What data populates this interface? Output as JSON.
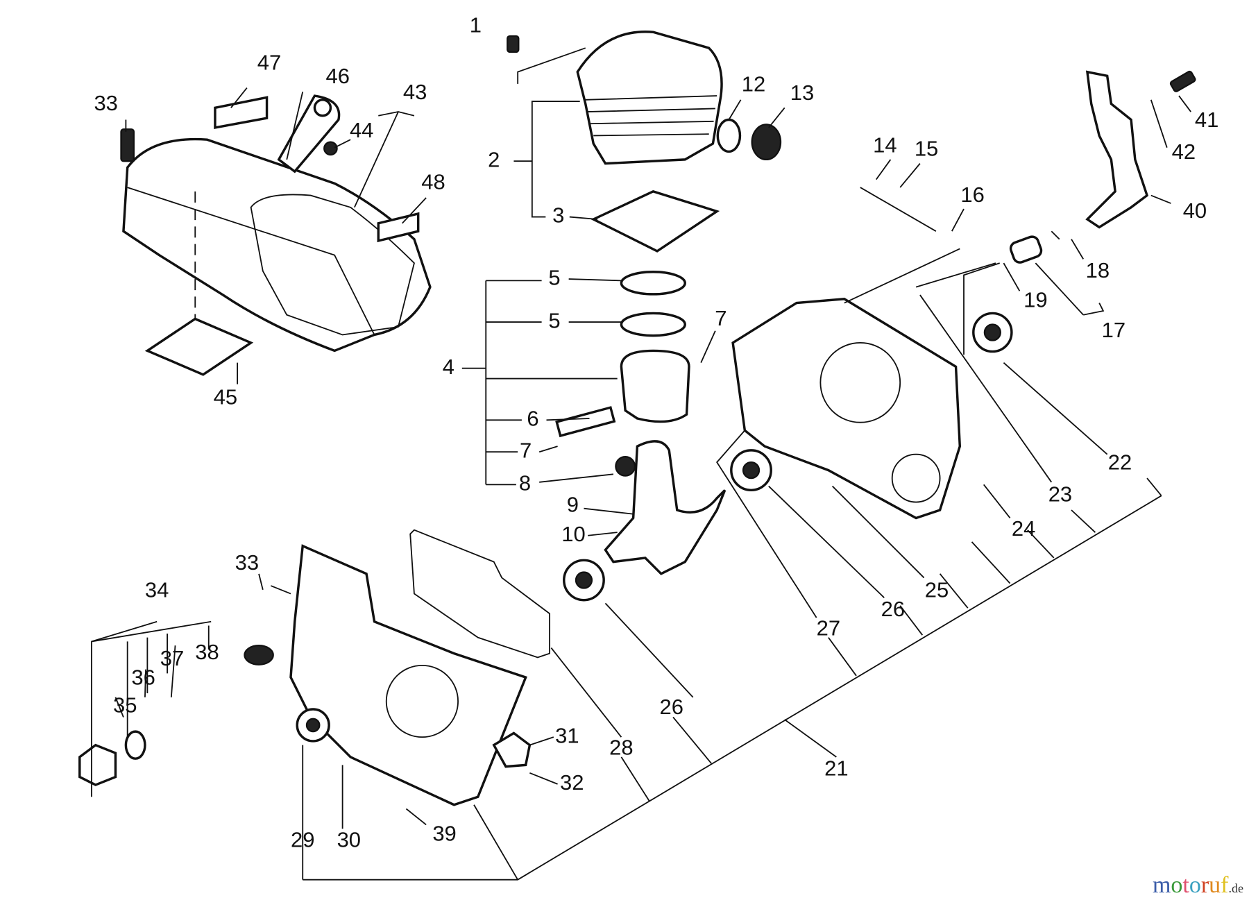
{
  "diagram": {
    "type": "exploded parts diagram",
    "part_labels": [
      "1",
      "47",
      "46",
      "43",
      "33",
      "44",
      "12",
      "13",
      "2",
      "48",
      "41",
      "42",
      "14",
      "15",
      "16",
      "40",
      "3",
      "18",
      "5",
      "5",
      "19",
      "17",
      "7",
      "4",
      "45",
      "22",
      "6",
      "7",
      "8",
      "23",
      "9",
      "24",
      "10",
      "33",
      "25",
      "26",
      "34",
      "27",
      "38",
      "37",
      "36",
      "35",
      "26",
      "28",
      "31",
      "21",
      "32",
      "29",
      "30",
      "39"
    ]
  },
  "watermark": {
    "brand": "motoruf",
    "suffix": ".de",
    "colors": [
      "#3a5ca8",
      "#3a9a3a",
      "#e0506e",
      "#3aa0c0",
      "#d04020",
      "#e08a20",
      "#e0c020"
    ]
  }
}
